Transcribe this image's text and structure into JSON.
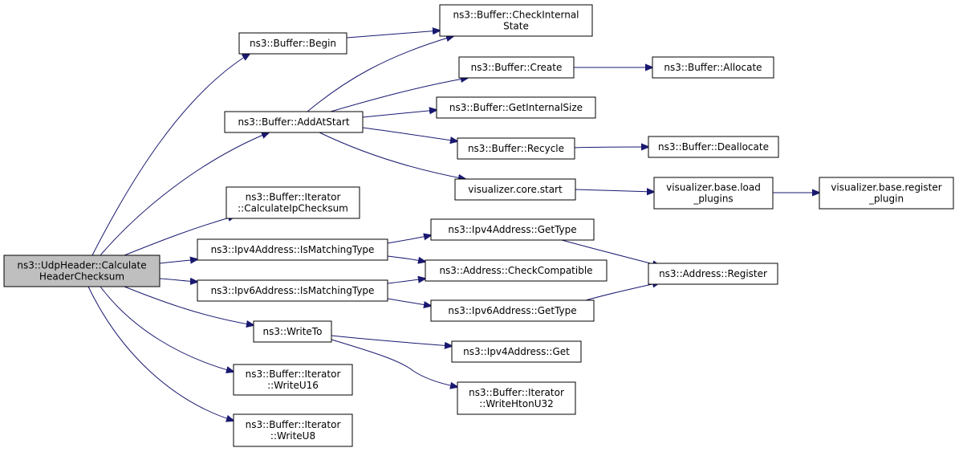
{
  "graph": {
    "nodes": [
      {
        "id": "root",
        "lines": [
          "ns3::UdpHeader::Calculate",
          "HeaderChecksum"
        ],
        "highlight": true
      },
      {
        "id": "begin",
        "lines": [
          "ns3::Buffer::Begin"
        ]
      },
      {
        "id": "checkinternal",
        "lines": [
          "ns3::Buffer::CheckInternal",
          "State"
        ]
      },
      {
        "id": "create",
        "lines": [
          "ns3::Buffer::Create"
        ]
      },
      {
        "id": "allocate",
        "lines": [
          "ns3::Buffer::Allocate"
        ]
      },
      {
        "id": "addatstart",
        "lines": [
          "ns3::Buffer::AddAtStart"
        ]
      },
      {
        "id": "getinternalsize",
        "lines": [
          "ns3::Buffer::GetInternalSize"
        ]
      },
      {
        "id": "recycle",
        "lines": [
          "ns3::Buffer::Recycle"
        ]
      },
      {
        "id": "deallocate",
        "lines": [
          "ns3::Buffer::Deallocate"
        ]
      },
      {
        "id": "corestart",
        "lines": [
          "visualizer.core.start"
        ]
      },
      {
        "id": "loadplugins",
        "lines": [
          "visualizer.base.load",
          "_plugins"
        ]
      },
      {
        "id": "registerplugin",
        "lines": [
          "visualizer.base.register",
          "_plugin"
        ]
      },
      {
        "id": "calcipchecksum",
        "lines": [
          "ns3::Buffer::Iterator",
          "::CalculateIpChecksum"
        ]
      },
      {
        "id": "ipv4ismatching",
        "lines": [
          "ns3::Ipv4Address::IsMatchingType"
        ]
      },
      {
        "id": "ipv4gettype",
        "lines": [
          "ns3::Ipv4Address::GetType"
        ]
      },
      {
        "id": "checkcompatible",
        "lines": [
          "ns3::Address::CheckCompatible"
        ]
      },
      {
        "id": "register",
        "lines": [
          "ns3::Address::Register"
        ]
      },
      {
        "id": "ipv6ismatching",
        "lines": [
          "ns3::Ipv6Address::IsMatchingType"
        ]
      },
      {
        "id": "ipv6gettype",
        "lines": [
          "ns3::Ipv6Address::GetType"
        ]
      },
      {
        "id": "writeto",
        "lines": [
          "ns3::WriteTo"
        ]
      },
      {
        "id": "ipv4get",
        "lines": [
          "ns3::Ipv4Address::Get"
        ]
      },
      {
        "id": "writehtonu32",
        "lines": [
          "ns3::Buffer::Iterator",
          "::WriteHtonU32"
        ]
      },
      {
        "id": "writeu16",
        "lines": [
          "ns3::Buffer::Iterator",
          "::WriteU16"
        ]
      },
      {
        "id": "writeu8",
        "lines": [
          "ns3::Buffer::Iterator",
          "::WriteU8"
        ]
      }
    ],
    "edges": [
      {
        "from": "root",
        "to": "begin"
      },
      {
        "from": "root",
        "to": "addatstart"
      },
      {
        "from": "root",
        "to": "calcipchecksum"
      },
      {
        "from": "root",
        "to": "ipv4ismatching"
      },
      {
        "from": "root",
        "to": "ipv6ismatching"
      },
      {
        "from": "root",
        "to": "writeto"
      },
      {
        "from": "root",
        "to": "writeu16"
      },
      {
        "from": "root",
        "to": "writeu8"
      },
      {
        "from": "begin",
        "to": "checkinternal"
      },
      {
        "from": "addatstart",
        "to": "checkinternal"
      },
      {
        "from": "addatstart",
        "to": "create"
      },
      {
        "from": "addatstart",
        "to": "getinternalsize"
      },
      {
        "from": "addatstart",
        "to": "recycle"
      },
      {
        "from": "addatstart",
        "to": "corestart"
      },
      {
        "from": "create",
        "to": "allocate"
      },
      {
        "from": "recycle",
        "to": "deallocate"
      },
      {
        "from": "corestart",
        "to": "loadplugins"
      },
      {
        "from": "loadplugins",
        "to": "registerplugin"
      },
      {
        "from": "ipv4ismatching",
        "to": "ipv4gettype"
      },
      {
        "from": "ipv4ismatching",
        "to": "checkcompatible"
      },
      {
        "from": "ipv6ismatching",
        "to": "checkcompatible"
      },
      {
        "from": "ipv6ismatching",
        "to": "ipv6gettype"
      },
      {
        "from": "ipv4gettype",
        "to": "register"
      },
      {
        "from": "ipv6gettype",
        "to": "register"
      },
      {
        "from": "writeto",
        "to": "ipv4get"
      },
      {
        "from": "writeto",
        "to": "writehtonu32"
      }
    ],
    "colors": {
      "edge": "#191970",
      "node_fill": "#ffffff",
      "root_fill": "#bfbfbf",
      "node_border": "#000000"
    }
  }
}
